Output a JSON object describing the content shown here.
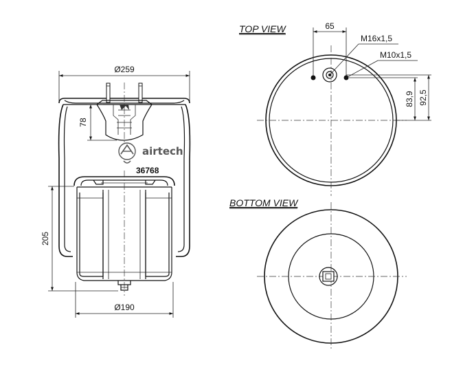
{
  "side_view": {
    "dim_top_diameter": "Ø259",
    "dim_pin_height": "78",
    "dim_height": "205",
    "dim_bottom_diameter": "Ø190",
    "brand": "airtech",
    "part_number": "36768"
  },
  "top_view": {
    "title": "TOP VIEW",
    "dim_offset": "65",
    "thread_large": "M16x1,5",
    "thread_small": "M10x1,5",
    "dim_83": "83,9",
    "dim_92": "92,5"
  },
  "bottom_view": {
    "title": "BOTTOM VIEW"
  }
}
